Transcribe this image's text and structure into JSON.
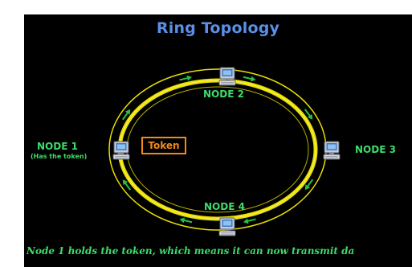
{
  "title": "Ring Topology",
  "nodes": [
    {
      "id": "node-1",
      "label": "NODE 1",
      "note": "(Has the token)"
    },
    {
      "id": "node-2",
      "label": "NODE 2"
    },
    {
      "id": "node-3",
      "label": "NODE 3"
    },
    {
      "id": "node-4",
      "label": "NODE 4"
    }
  ],
  "token": {
    "label": "Token",
    "holder": "NODE 1"
  },
  "caption": "Node 1 holds the token, which means it can now transmit da",
  "colors": {
    "background": "#000000",
    "title": "#5b8fe8",
    "labels": "#3ddc6a",
    "ring": "#e8e000",
    "token": "#f28a1a",
    "arrows": "#22c444"
  },
  "icons": {
    "node": "computer-icon",
    "flow": "arrow-icon"
  },
  "direction": "clockwise"
}
